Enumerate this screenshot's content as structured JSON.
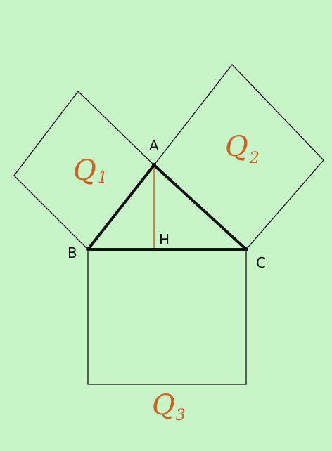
{
  "diagram": {
    "colors": {
      "background": "#c8f5c8",
      "lines": "#111111",
      "altitude": "#d2601e",
      "square_labels": "#d2601e"
    },
    "points": {
      "A": "A",
      "B": "B",
      "C": "C",
      "H": "H"
    },
    "squares": [
      {
        "letter": "Q",
        "index": "1"
      },
      {
        "letter": "Q",
        "index": "2"
      },
      {
        "letter": "Q",
        "index": "3"
      }
    ]
  }
}
